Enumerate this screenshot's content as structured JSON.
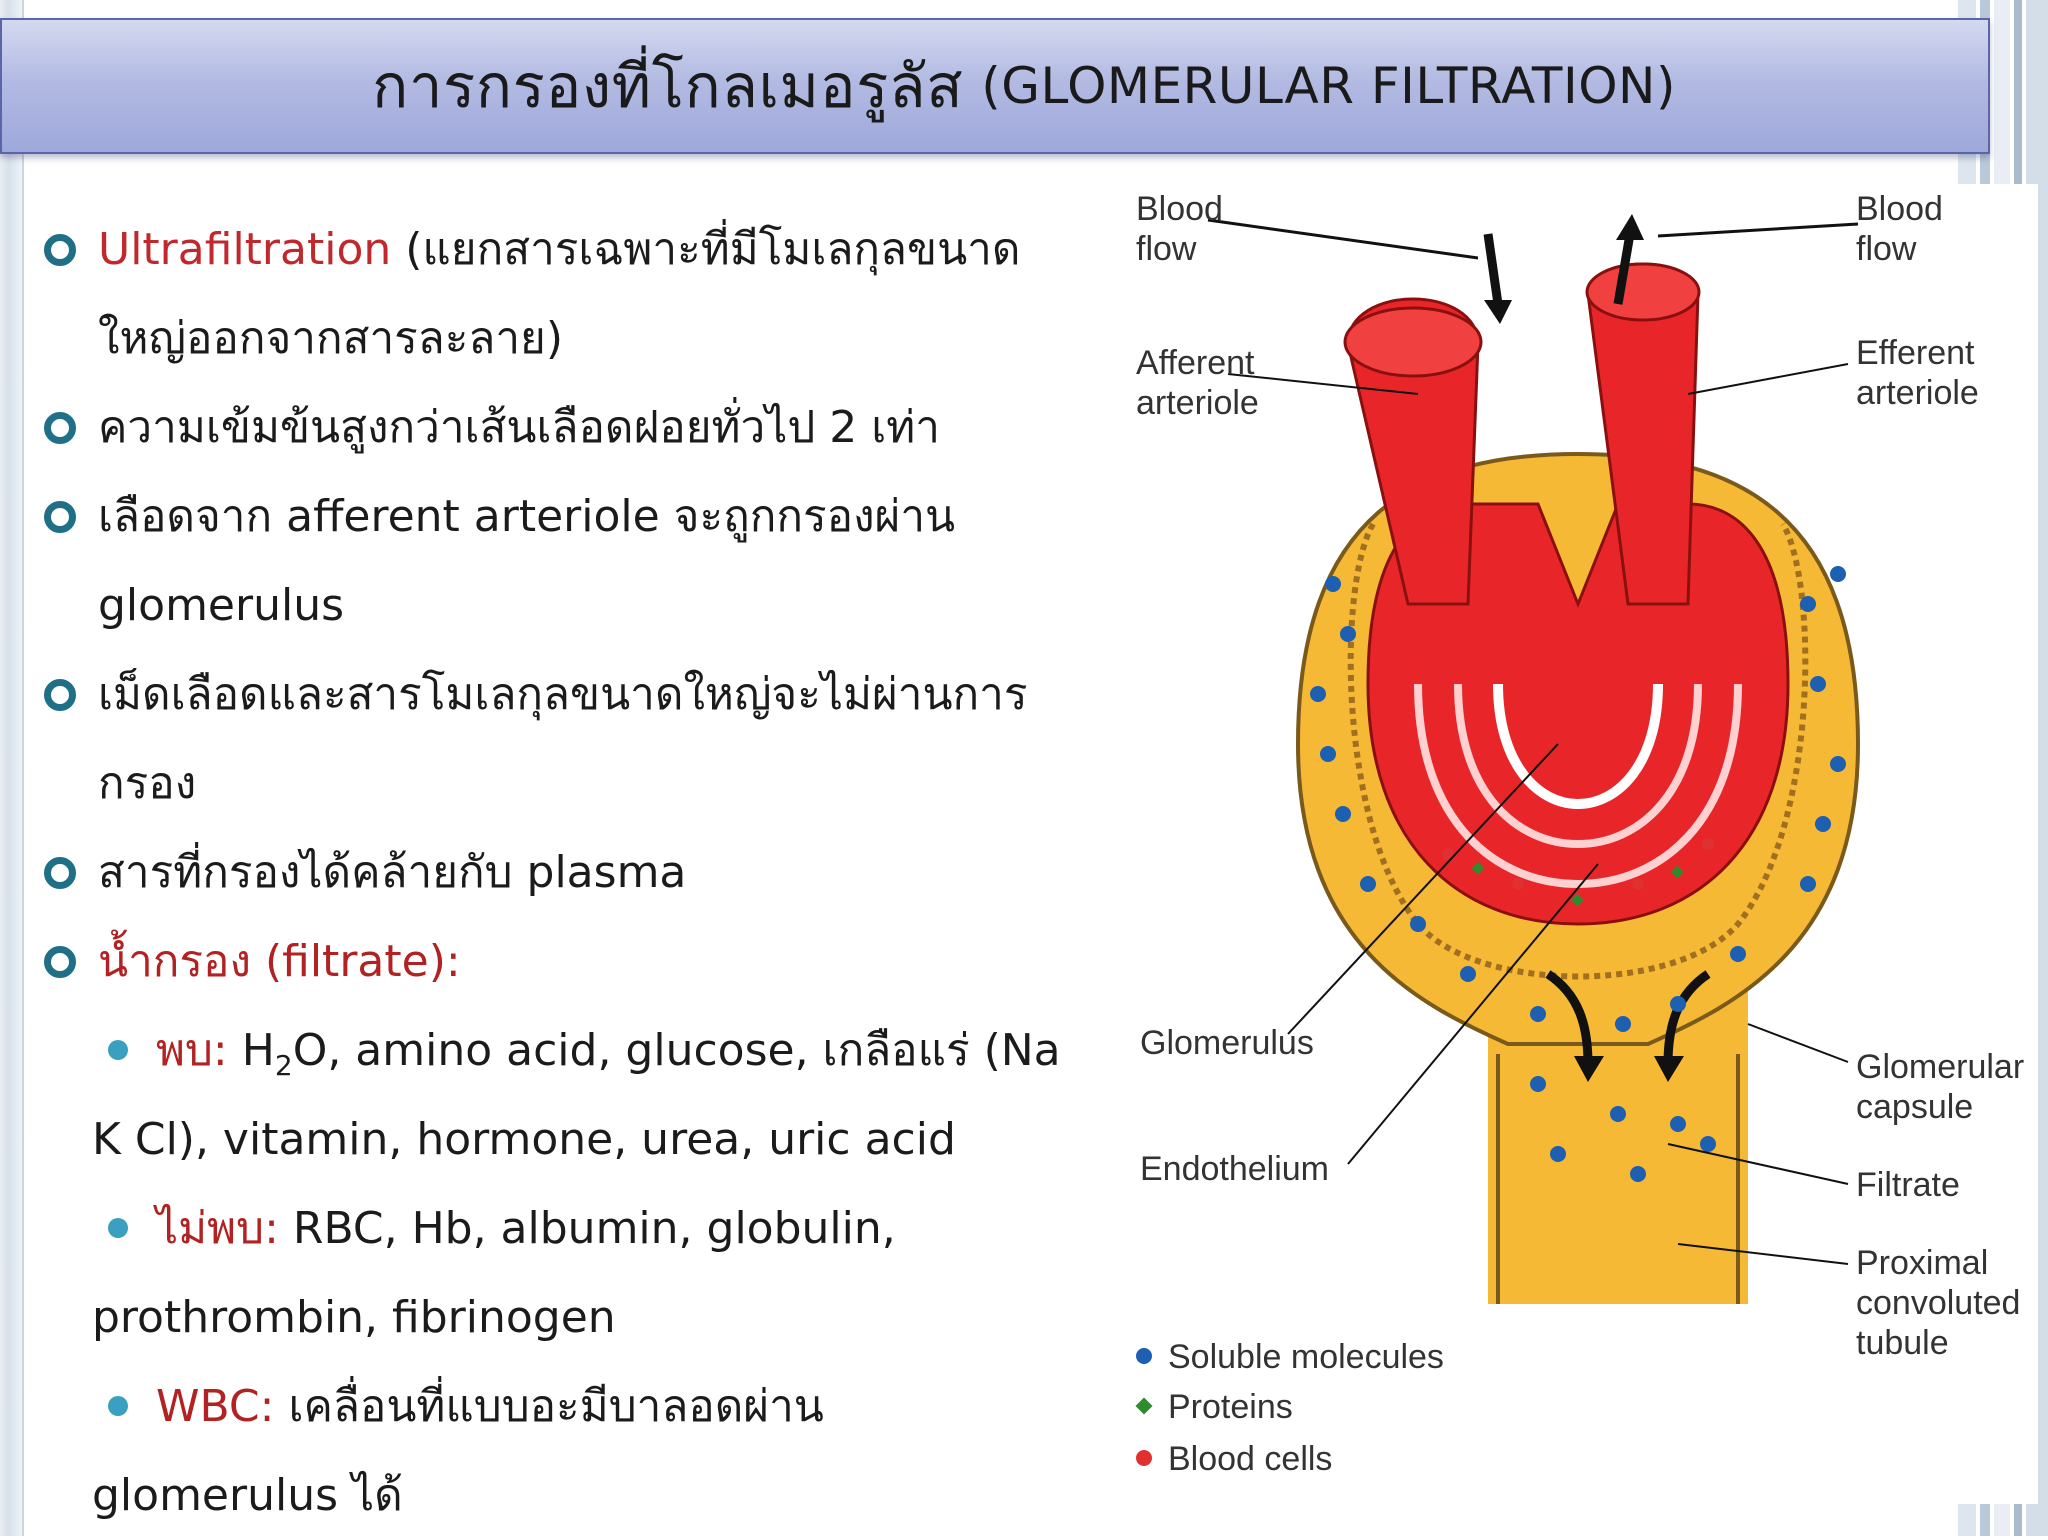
{
  "slide": {
    "title_thai": "การกรองที่โกลเมอรูลัส",
    "title_en": "(GLOMERULAR FILTRATION)"
  },
  "bullets": {
    "b1_red": "Ultrafiltration",
    "b1_rest": "(แยกสารเฉพาะที่มีโมเลกุลขนาด",
    "b1_cont": "ใหญ่ออกจากสารละลาย)",
    "b2": "ความเข้มข้นสูงกว่าเส้นเลือดฝอยทั่วไป 2 เท่า",
    "b3": "เลือดจาก afferent arteriole จะถูกกรองผ่าน",
    "b3_cont": "glomerulus",
    "b4": "เม็ดเลือดและสารโมเลกุลขนาดใหญ่จะไม่ผ่านการ",
    "b4_cont": "กรอง",
    "b5": "สารที่กรองได้คล้ายกับ plasma",
    "b6_red": "น้ำกรอง (filtrate):",
    "sub1_red": "พบ:",
    "sub1_a": "H",
    "sub1_sub": "2",
    "sub1_b": "O, amino acid, glucose, เกลือแร่ (Na",
    "sub1_cont": "K Cl), vitamin, hormone, urea, uric acid",
    "sub2_red": "ไม่พบ:",
    "sub2_rest": "RBC, Hb, albumin, globulin,",
    "sub2_cont": "prothrombin, fibrinogen",
    "sub3_red": "WBC:",
    "sub3_rest": "เคลื่อนที่แบบอะมีบาลอดผ่าน",
    "sub3_cont": "glomerulus ได้"
  },
  "diagram": {
    "label_blood_flow_left_1": "Blood",
    "label_blood_flow_left_2": "flow",
    "label_blood_flow_right_1": "Blood",
    "label_blood_flow_right_2": "flow",
    "label_afferent_1": "Afferent",
    "label_afferent_2": "arteriole",
    "label_efferent_1": "Efferent",
    "label_efferent_2": "arteriole",
    "label_glomerulus": "Glomerulus",
    "label_endothelium": "Endothelium",
    "label_capsule_1": "Glomerular",
    "label_capsule_2": "capsule",
    "label_filtrate": "Filtrate",
    "label_pct_1": "Proximal",
    "label_pct_2": "convoluted",
    "label_pct_3": "tubule",
    "legend_soluble": "Soluble molecules",
    "legend_proteins": "Proteins",
    "legend_blood_cells": "Blood cells"
  },
  "colors": {
    "title_gradient_top": "#d4d9f0",
    "title_gradient_bottom": "#9ea8da",
    "accent_red": "#c0282d",
    "bullet_ring": "#1f6f86",
    "capsule_yellow": "#f6b936",
    "vessel_red": "#e8262a",
    "molecule_blue": "#1d5fb0",
    "protein_green": "#2e8b2e"
  }
}
